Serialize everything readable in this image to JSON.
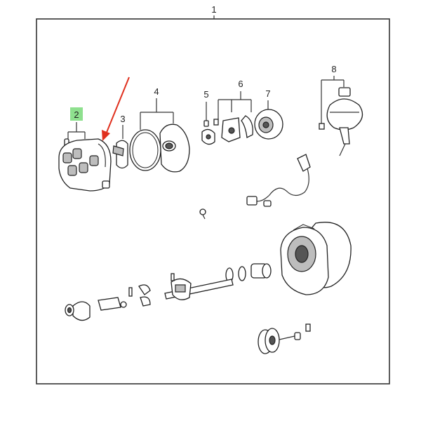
{
  "diagram": {
    "colors": {
      "highlight": "#8ee08e",
      "arrow": "#e0301e",
      "frame": "#333333"
    },
    "callouts": {
      "assembly": "1",
      "cap": "2",
      "rotor": "3",
      "housing_gasket": "4",
      "screw": "5",
      "pickup_parts": "6",
      "signal_rotor": "7",
      "vacuum_advance": "8"
    }
  }
}
